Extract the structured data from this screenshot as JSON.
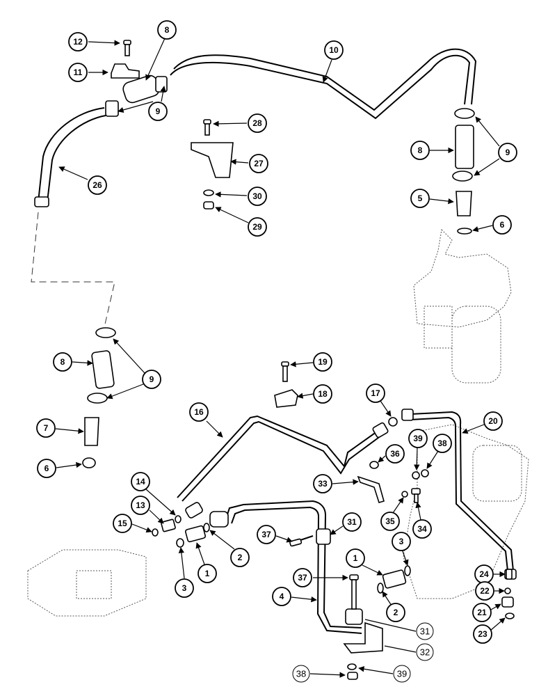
{
  "diagram": {
    "line_color": "#000000",
    "background": "#ffffff",
    "callouts": [
      "12",
      "8",
      "11",
      "10",
      "9",
      "28",
      "27",
      "30",
      "29",
      "8",
      "9",
      "5",
      "6",
      "26",
      "19",
      "18",
      "17",
      "20",
      "9",
      "8",
      "7",
      "6",
      "16",
      "39",
      "38",
      "36",
      "33",
      "14",
      "13",
      "15",
      "1",
      "2",
      "3",
      "37",
      "31",
      "35",
      "34",
      "3",
      "1",
      "2",
      "24",
      "22",
      "21",
      "23",
      "37",
      "4",
      "31",
      "32",
      "38",
      "39"
    ]
  }
}
